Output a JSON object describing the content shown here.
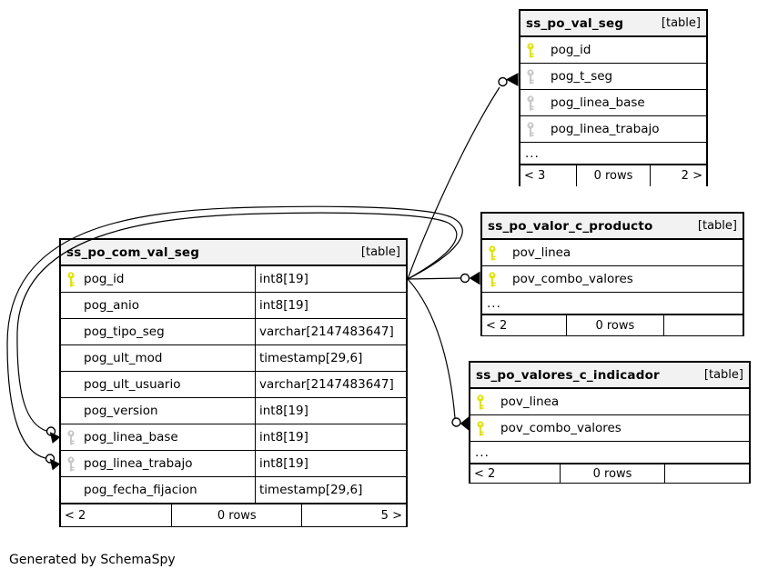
{
  "page": {
    "credit": "Generated by SchemaSpy"
  },
  "colors": {
    "primary_key": "#e3e300",
    "foreign_key": "#c9c9c9",
    "header_bg": "#f2f2f2",
    "border": "#000000"
  },
  "entities": [
    {
      "name": "ss_po_val_seg",
      "tag": "[table]",
      "columns": [
        {
          "name": "pog_id",
          "key": "primary"
        },
        {
          "name": "pog_t_seg",
          "key": "foreign"
        },
        {
          "name": "pog_linea_base",
          "key": "foreign"
        },
        {
          "name": "pog_linea_trabajo",
          "key": "foreign"
        }
      ],
      "ellipsis": "...",
      "footer": {
        "left": "< 3",
        "center": "0 rows",
        "right": "2 >"
      }
    },
    {
      "name": "ss_po_valor_c_producto",
      "tag": "[table]",
      "columns": [
        {
          "name": "pov_linea",
          "key": "primary"
        },
        {
          "name": "pov_combo_valores",
          "key": "primary"
        }
      ],
      "ellipsis": "...",
      "footer": {
        "left": "< 2",
        "center": "0 rows",
        "right": ""
      }
    },
    {
      "name": "ss_po_valores_c_indicador",
      "tag": "[table]",
      "columns": [
        {
          "name": "pov_linea",
          "key": "primary"
        },
        {
          "name": "pov_combo_valores",
          "key": "primary"
        }
      ],
      "ellipsis": "...",
      "footer": {
        "left": "< 2",
        "center": "0 rows",
        "right": ""
      }
    },
    {
      "name": "ss_po_com_val_seg",
      "tag": "[table]",
      "columns": [
        {
          "name": "pog_id",
          "type": "int8[19]",
          "key": "primary"
        },
        {
          "name": "pog_anio",
          "type": "int8[19]",
          "key": "none"
        },
        {
          "name": "pog_tipo_seg",
          "type": "varchar[2147483647]",
          "key": "none"
        },
        {
          "name": "pog_ult_mod",
          "type": "timestamp[29,6]",
          "key": "none"
        },
        {
          "name": "pog_ult_usuario",
          "type": "varchar[2147483647]",
          "key": "none"
        },
        {
          "name": "pog_version",
          "type": "int8[19]",
          "key": "none"
        },
        {
          "name": "pog_linea_base",
          "type": "int8[19]",
          "key": "foreign"
        },
        {
          "name": "pog_linea_trabajo",
          "type": "int8[19]",
          "key": "foreign"
        },
        {
          "name": "pog_fecha_fijacion",
          "type": "timestamp[29,6]",
          "key": "none"
        }
      ],
      "footer": {
        "left": "< 2",
        "center": "0 rows",
        "right": "5 >"
      }
    }
  ],
  "relationships": [
    {
      "from": "ss_po_com_val_seg.pog_id",
      "to": "ss_po_val_seg.pog_t_seg"
    },
    {
      "from": "ss_po_com_val_seg.pog_id",
      "to": "ss_po_valor_c_producto.pov_combo_valores"
    },
    {
      "from": "ss_po_com_val_seg.pog_id",
      "to": "ss_po_valores_c_indicador.pov_combo_valores"
    },
    {
      "from": "ss_po_com_val_seg.pog_id",
      "to": "ss_po_com_val_seg.pog_linea_base"
    },
    {
      "from": "ss_po_com_val_seg.pog_id",
      "to": "ss_po_com_val_seg.pog_linea_trabajo"
    }
  ]
}
